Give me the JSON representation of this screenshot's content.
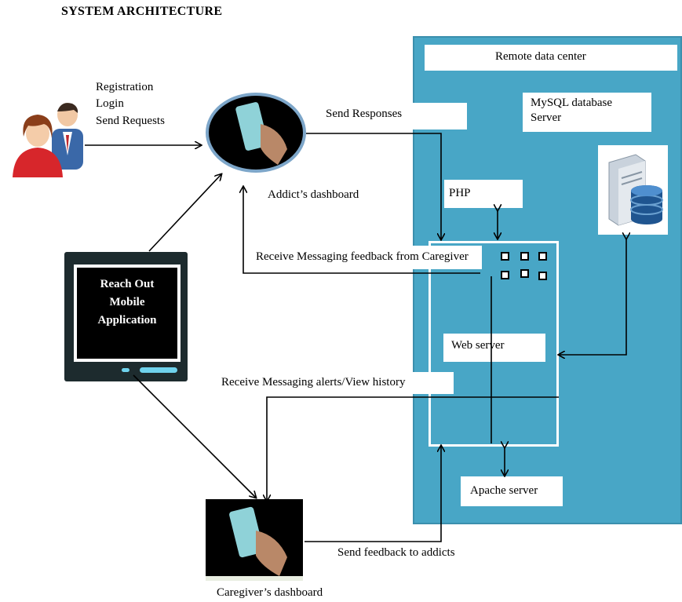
{
  "title": "SYSTEM ARCHITECTURE",
  "user_actions": [
    "Registration",
    "Login",
    "Send Requests"
  ],
  "app": {
    "line1": "Reach Out",
    "line2": "Mobile",
    "line3": "Application"
  },
  "addict_dashboard": "Addict’s dashboard",
  "caregiver_dashboard": "Caregiver’s dashboard",
  "data_center": {
    "title": "Remote data center",
    "db_line1": "MySQL database",
    "db_line2": "Server",
    "php": "PHP",
    "web_server": "Web server",
    "apache": "Apache server"
  },
  "edges": {
    "send_responses": "Send Responses",
    "receive_feedback": "Receive Messaging feedback from Caregiver",
    "receive_alerts": "Receive Messaging alerts/View history",
    "send_feedback": "Send feedback to addicts"
  },
  "colors": {
    "datacenter_fill": "#48a6c6",
    "phone_accent": "#6fd2ec"
  },
  "icons": [
    "users-icon",
    "smartphone-hand-icon",
    "database-server-icon",
    "mobile-device-icon"
  ]
}
